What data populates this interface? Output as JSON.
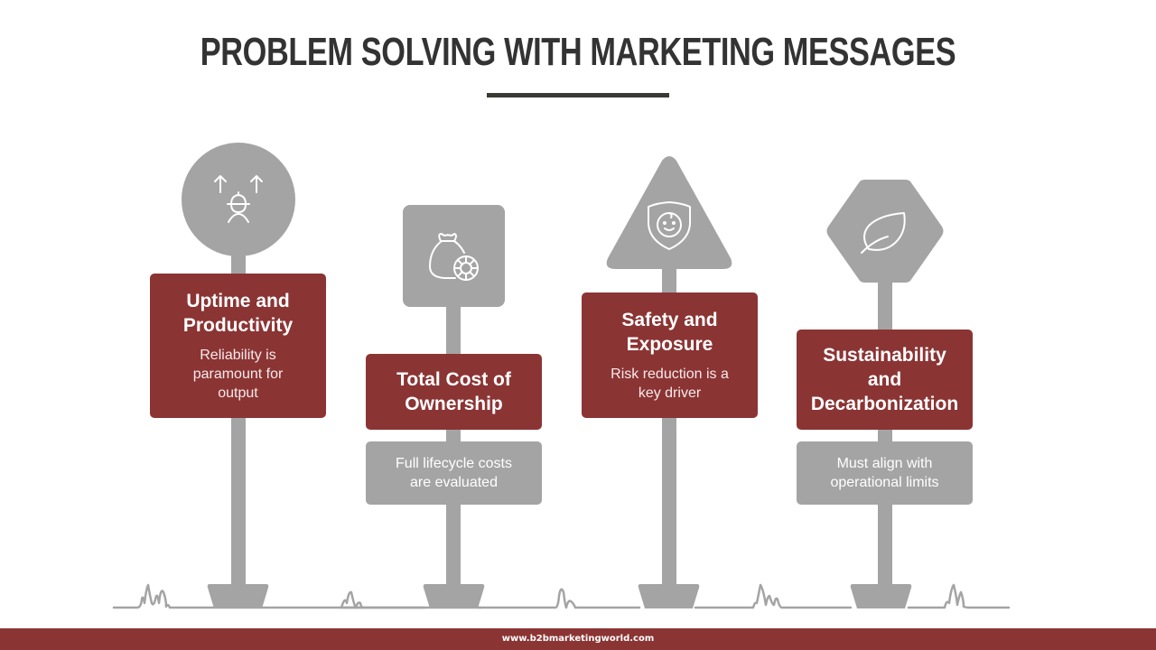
{
  "header": {
    "title": "PROBLEM SOLVING WITH MARKETING MESSAGES"
  },
  "signs": [
    {
      "shape": "circle",
      "icon": "worker-arrows-up-icon",
      "title": "Uptime and Productivity",
      "title_lines": [
        "Uptime and",
        "Productivity"
      ],
      "description": "Reliability is paramount for output",
      "description_lines": [
        "Reliability is",
        "paramount for",
        "output"
      ]
    },
    {
      "shape": "rounded-square",
      "icon": "money-bag-coin-icon",
      "title": "Total Cost of Ownership",
      "title_lines": [
        "Total Cost of",
        "Ownership"
      ],
      "description": "Full lifecycle costs are evaluated",
      "description_lines": [
        "Full lifecycle costs",
        "are evaluated"
      ]
    },
    {
      "shape": "triangle",
      "icon": "shield-face-icon",
      "title": "Safety and Exposure",
      "title_lines": [
        "Safety and",
        "Exposure"
      ],
      "description": "Risk reduction is a key driver",
      "description_lines": [
        "Risk reduction is a",
        "key driver"
      ]
    },
    {
      "shape": "hexagon",
      "icon": "leaf-icon",
      "title": "Sustainability and Decarbonization",
      "title_lines": [
        "Sustainability",
        "and",
        "Decarbonization"
      ],
      "description": "Must align with operational limits",
      "description_lines": [
        "Must align with",
        "operational limits"
      ]
    }
  ],
  "colors": {
    "accent": "#8b3434",
    "sign_gray": "#a4a4a4",
    "title_text": "#333333",
    "background": "#ffffff"
  },
  "footer": {
    "url": "www.b2bmarketingworld.com"
  }
}
